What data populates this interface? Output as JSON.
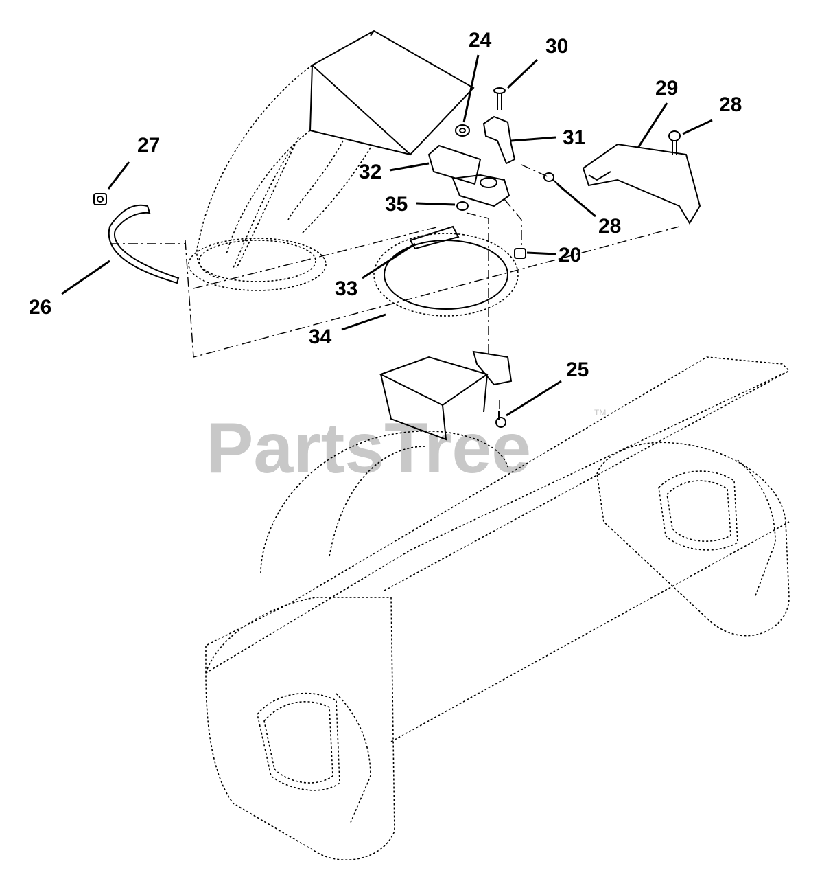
{
  "callouts": [
    {
      "id": "24",
      "label": "24"
    },
    {
      "id": "30",
      "label": "30"
    },
    {
      "id": "29",
      "label": "29"
    },
    {
      "id": "28a",
      "label": "28"
    },
    {
      "id": "27",
      "label": "27"
    },
    {
      "id": "31",
      "label": "31"
    },
    {
      "id": "32",
      "label": "32"
    },
    {
      "id": "35",
      "label": "35"
    },
    {
      "id": "28b",
      "label": "28"
    },
    {
      "id": "20",
      "label": "20"
    },
    {
      "id": "33",
      "label": "33"
    },
    {
      "id": "26",
      "label": "26"
    },
    {
      "id": "34",
      "label": "34"
    },
    {
      "id": "25",
      "label": "25"
    }
  ],
  "watermark": {
    "text": "PartsTree",
    "trademark": "TM",
    "color": "#c8c8c8"
  },
  "colors": {
    "ink": "#000000",
    "background": "#ffffff"
  }
}
